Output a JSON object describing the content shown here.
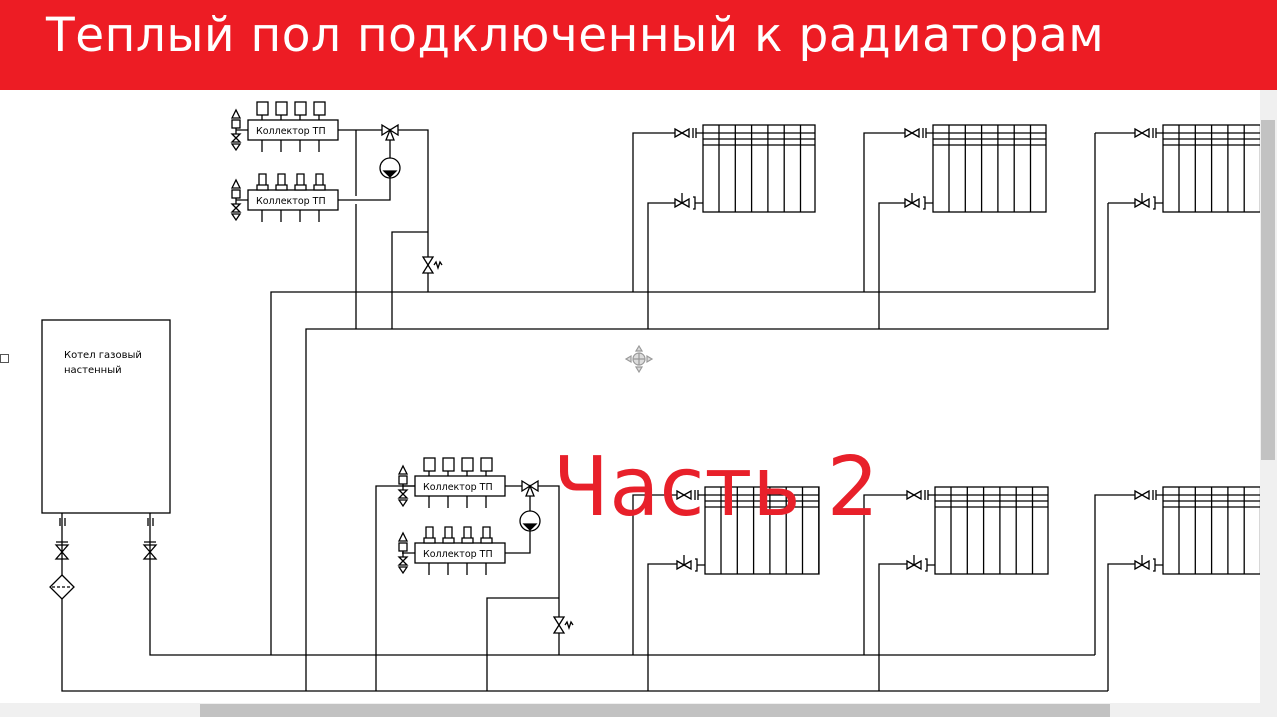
{
  "header": {
    "title": "Теплый пол подключенный к радиаторам"
  },
  "boiler": {
    "line1": "Котел газовый",
    "line2": "настенный"
  },
  "collectors": {
    "label": "Коллектор ТП"
  },
  "overlay": {
    "part_label": "Часть 2"
  },
  "colors": {
    "header_bg": "#ed1c24",
    "accent_text": "#e8202a",
    "line": "#000000"
  },
  "icons": {
    "move_handle": "move-cross-icon"
  }
}
